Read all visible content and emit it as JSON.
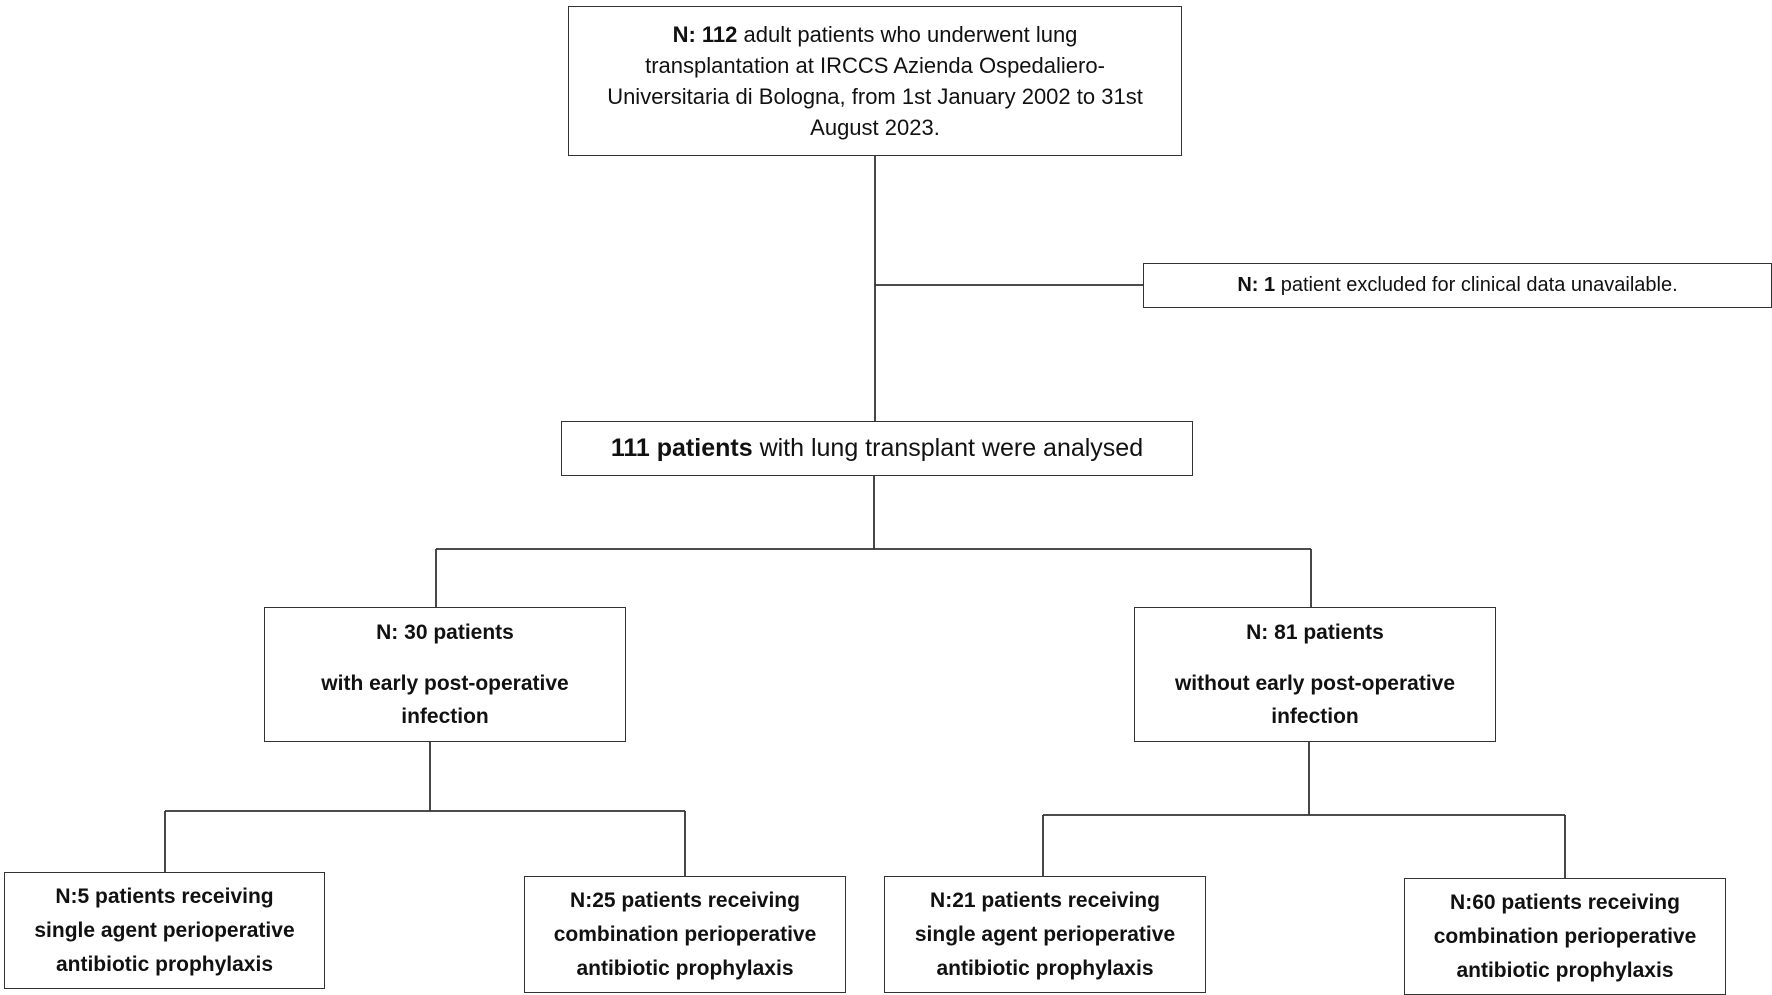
{
  "top_box": {
    "count": "N: 112",
    "text_line1": "adult patients who underwent lung",
    "text_line2": "transplantation at IRCCS Azienda Ospedaliero-",
    "text_line3": "Universitaria di Bologna, from 1st January 2002 to 31st",
    "text_line4": "August 2023."
  },
  "excluded_box": {
    "count": "N: 1",
    "text": "patient excluded for clinical data unavailable."
  },
  "analysed_box": {
    "count": "111 patients",
    "text": "with lung transplant were analysed"
  },
  "groups": [
    {
      "count": "N: 30 patients",
      "line1": "with early post-operative",
      "line2": "infection"
    },
    {
      "count": "N: 81 patients",
      "line1": "without early post-operative",
      "line2": "infection"
    }
  ],
  "leaves": [
    {
      "line1": "N:5 patients receiving",
      "line2": "single agent perioperative",
      "line3": "antibiotic prophylaxis"
    },
    {
      "line1": "N:25 patients receiving",
      "line2": "combination perioperative",
      "line3": "antibiotic prophylaxis"
    },
    {
      "line1": "N:21 patients receiving",
      "line2": "single agent perioperative",
      "line3": "antibiotic prophylaxis"
    },
    {
      "line1": "N:60 patients receiving",
      "line2": "combination perioperative",
      "line3": "antibiotic prophylaxis"
    }
  ]
}
